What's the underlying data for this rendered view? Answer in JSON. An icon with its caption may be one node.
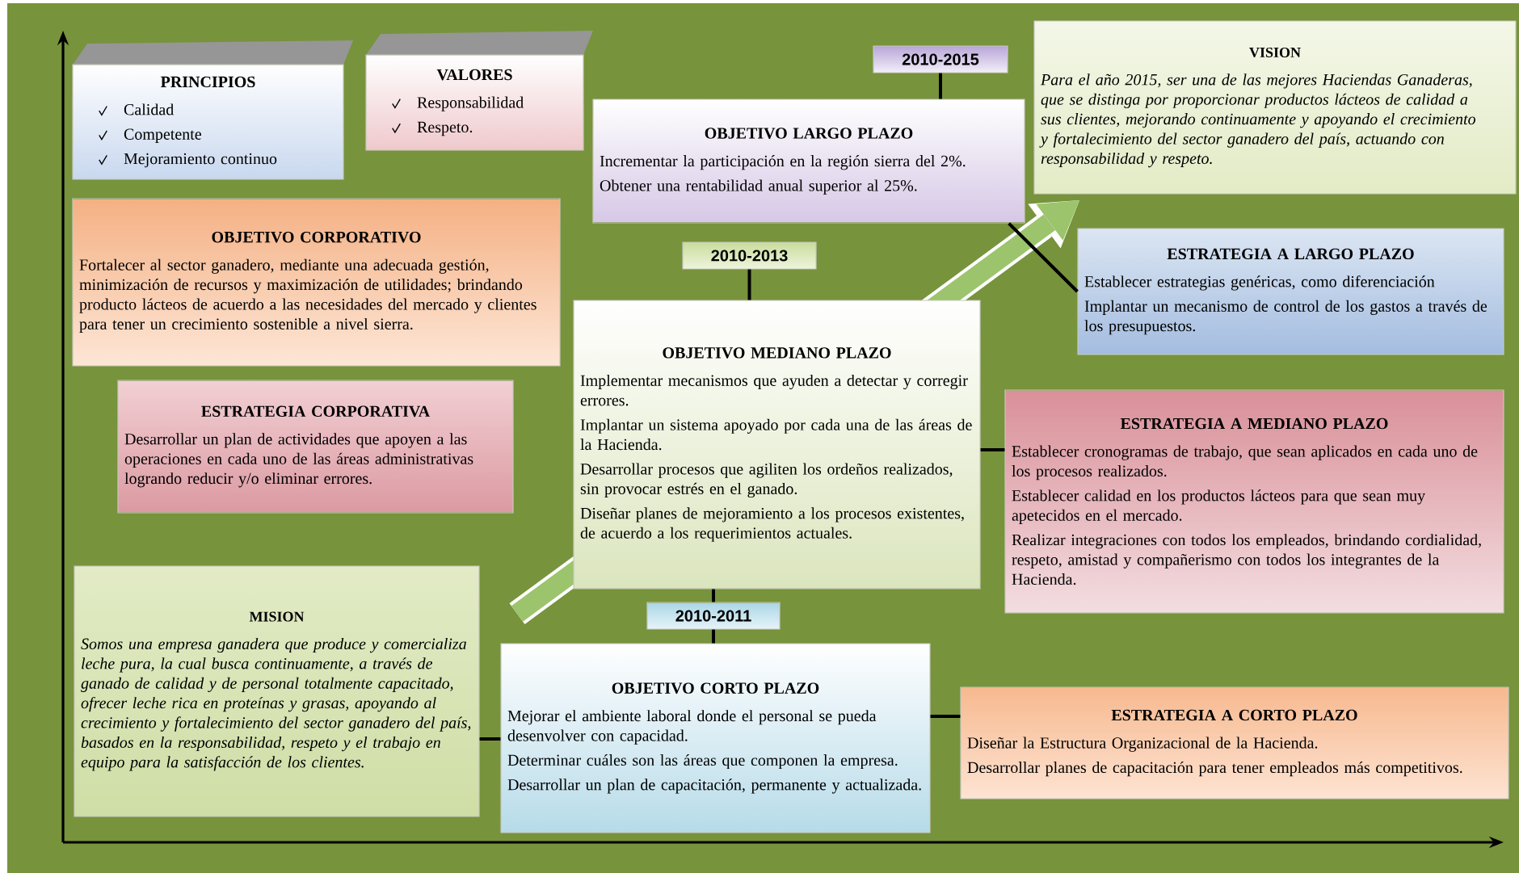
{
  "diagram": {
    "nodes": [
      {
        "text": [
          "PRINCIPIOS",
          "Calidad",
          "Competente",
          "Mejoramiento continuo"
        ]
      },
      {
        "text": [
          "VALORES",
          "Responsabilidad",
          "Respeto."
        ]
      },
      {
        "text": [
          "2010-2015"
        ]
      },
      {
        "text": [
          "OBJETIVO LARGO PLAZO",
          "Incrementar la participación en la región sierra del 2%.",
          "Obtener una rentabilidad anual superior al 25%."
        ]
      },
      {
        "text": [
          "VISION",
          "Para el año 2015, ser una de las mejores Haciendas Ganaderas, que se distinga por proporcionar productos lácteos de calidad a sus clientes, mejorando continuamente y apoyando el crecimiento y fortalecimiento del sector ganadero del país, actuando con responsabilidad y respeto."
        ]
      },
      {
        "text": [
          "OBJETIVO CORPORATIVO",
          "Fortalecer al sector ganadero, mediante una adecuada gestión, minimización de recursos y maximización de utilidades; brindando producto lácteos de acuerdo a las necesidades del mercado y clientes para tener un crecimiento sostenible a nivel sierra."
        ]
      },
      {
        "text": [
          "2010-2013"
        ]
      },
      {
        "text": [
          "ESTRATEGIA A LARGO PLAZO",
          "Establecer estrategias genéricas, como diferenciación",
          "Implantar un mecanismo de control de los gastos a través de los presupuestos."
        ]
      },
      {
        "text": [
          "OBJETIVO MEDIANO PLAZO",
          "Implementar mecanismos que ayuden a detectar y corregir errores.",
          "Implantar un sistema apoyado por cada una de las áreas de la Hacienda.",
          "Desarrollar procesos que agiliten los ordeños realizados, sin provocar estrés en el ganado.",
          "Diseñar planes de mejoramiento a los procesos existentes, de acuerdo a los requerimientos actuales."
        ]
      },
      {
        "text": [
          "ESTRATEGIA CORPORATIVA",
          "Desarrollar un plan de actividades que apoyen a las operaciones en cada uno de las áreas administrativas logrando reducir y/o eliminar errores."
        ]
      },
      {
        "text": [
          "ESTRATEGIA A MEDIANO PLAZO",
          "Establecer cronogramas de trabajo, que sean aplicados en cada uno de los procesos realizados.",
          "Establecer calidad en los productos lácteos para que sean muy apetecidos en el mercado.",
          "Realizar integraciones con todos los empleados, brindando cordialidad, respeto, amistad y compañerismo con todos los integrantes de la Hacienda."
        ]
      },
      {
        "text": [
          "MISION",
          "Somos una empresa ganadera que produce y comercializa leche pura, la cual busca continuamente, a través de ganado de calidad y de personal totalmente capacitado, ofrecer leche rica en proteínas y grasas, apoyando al crecimiento y fortalecimiento del sector ganadero del país, basados en la responsabilidad, respeto y el trabajo en equipo para la satisfacción de los clientes."
        ]
      },
      {
        "text": [
          "2010-2011"
        ]
      },
      {
        "text": [
          "OBJETIVO CORTO PLAZO",
          "Mejorar el ambiente laboral donde el personal se pueda desenvolver con capacidad.",
          "Determinar cuáles son las áreas que componen la empresa.",
          "Desarrollar un plan de capacitación, permanente y actualizada."
        ]
      },
      {
        "text": [
          "ESTRATEGIA A CORTO PLAZO",
          "Diseñar la Estructura Organizacional de la Hacienda.",
          "Desarrollar planes de capacitación para tener empleados más competitivos."
        ]
      }
    ],
    "edges": [
      {
        "from": 2,
        "to": 3,
        "arrow": "none"
      },
      {
        "from": 6,
        "to": 8,
        "arrow": "none"
      },
      {
        "from": 8,
        "to": 12,
        "arrow": "none"
      },
      {
        "from": 12,
        "to": 13,
        "arrow": "none"
      },
      {
        "from": 3,
        "to": 7,
        "arrow": "none"
      },
      {
        "from": 8,
        "to": 10,
        "arrow": "none"
      },
      {
        "from": 13,
        "to": 14,
        "arrow": "none"
      },
      {
        "from": 11,
        "to": 13,
        "arrow": "none"
      }
    ]
  }
}
